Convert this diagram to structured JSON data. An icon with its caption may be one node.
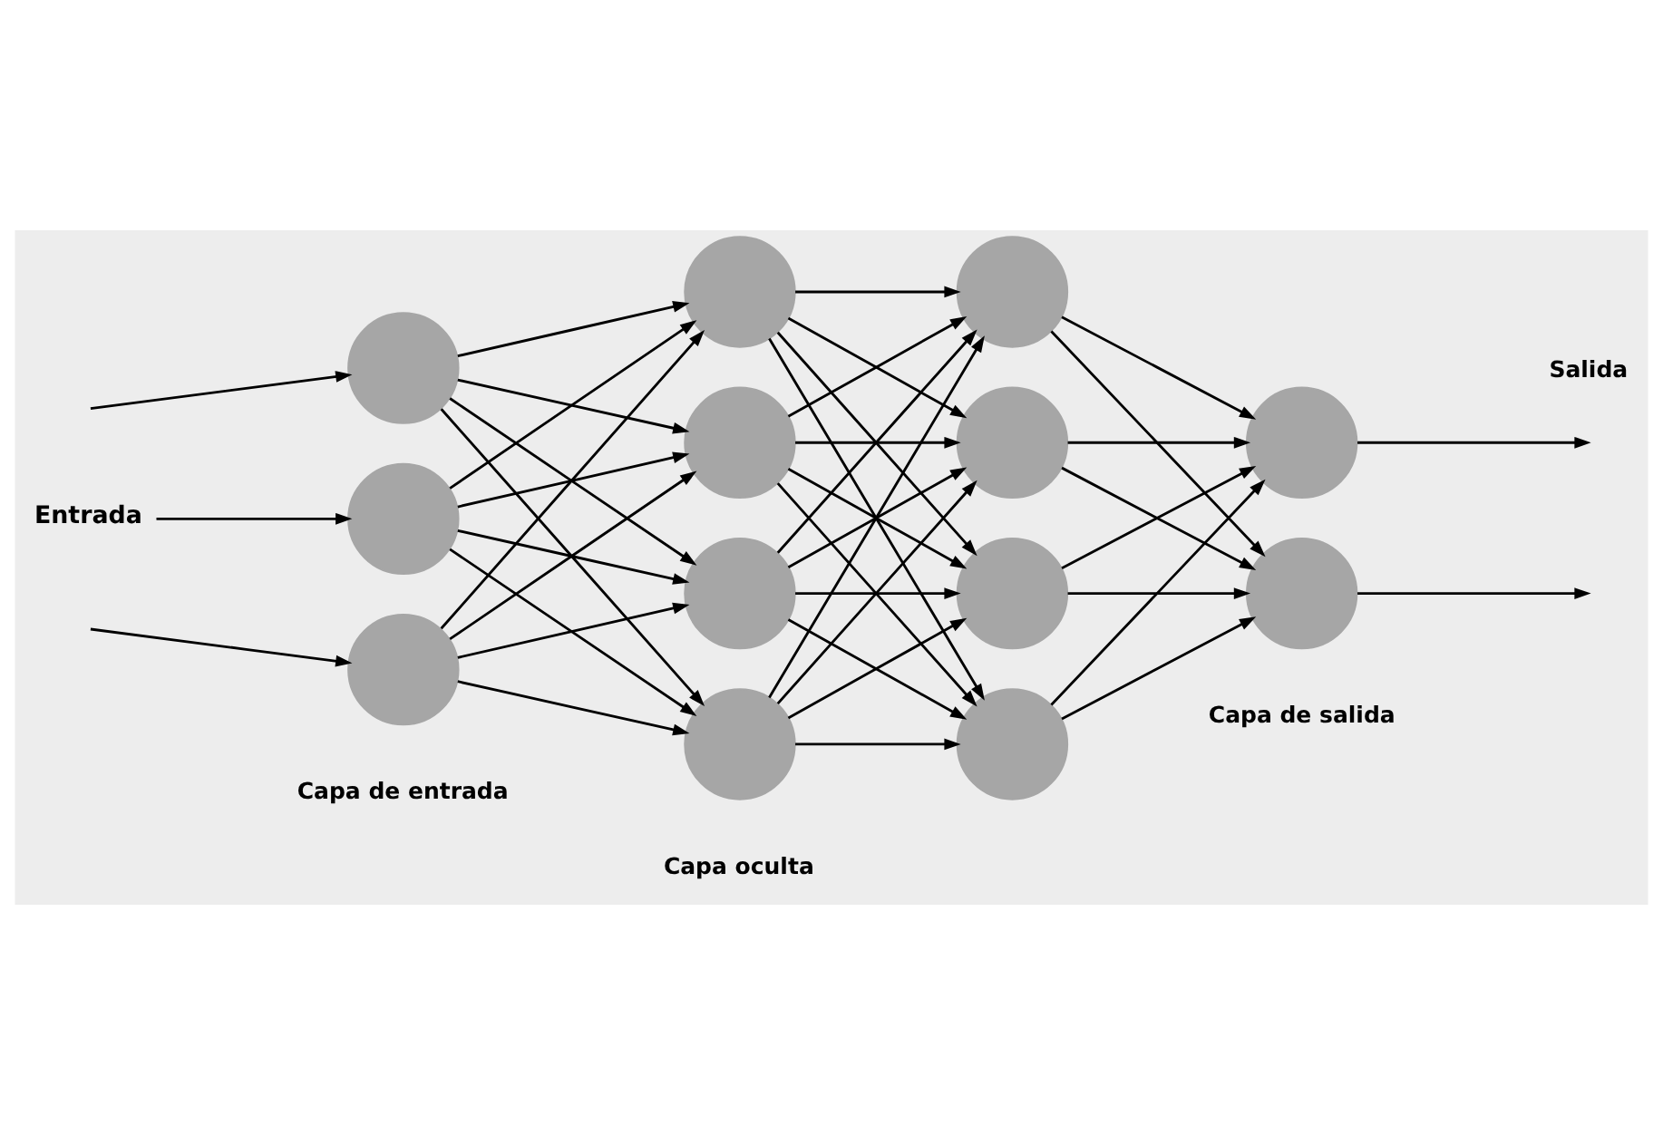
{
  "diagram": {
    "nodes": [
      {
        "text": [
          "Entrada"
        ]
      },
      {
        "text": [],
        "shape": "circle"
      },
      {
        "text": [],
        "shape": "circle"
      },
      {
        "text": [],
        "shape": "circle"
      },
      {
        "text": [],
        "shape": "circle"
      },
      {
        "text": [],
        "shape": "circle"
      },
      {
        "text": [],
        "shape": "circle"
      },
      {
        "text": [],
        "shape": "circle"
      },
      {
        "text": [],
        "shape": "circle"
      },
      {
        "text": [],
        "shape": "circle"
      },
      {
        "text": [],
        "shape": "circle"
      },
      {
        "text": [],
        "shape": "circle"
      },
      {
        "text": [],
        "shape": "circle"
      },
      {
        "text": [],
        "shape": "circle"
      }
    ],
    "edges": [
      {
        "from": null,
        "to": 1,
        "arrow": "to"
      },
      {
        "from": 0,
        "to": 2,
        "arrow": "to"
      },
      {
        "from": null,
        "to": 3,
        "arrow": "to"
      },
      {
        "from": 1,
        "to": 4,
        "arrow": "to"
      },
      {
        "from": 1,
        "to": 5,
        "arrow": "to"
      },
      {
        "from": 1,
        "to": 6,
        "arrow": "to"
      },
      {
        "from": 1,
        "to": 7,
        "arrow": "to"
      },
      {
        "from": 2,
        "to": 4,
        "arrow": "to"
      },
      {
        "from": 2,
        "to": 5,
        "arrow": "to"
      },
      {
        "from": 2,
        "to": 6,
        "arrow": "to"
      },
      {
        "from": 2,
        "to": 7,
        "arrow": "to"
      },
      {
        "from": 3,
        "to": 4,
        "arrow": "to"
      },
      {
        "from": 3,
        "to": 5,
        "arrow": "to"
      },
      {
        "from": 3,
        "to": 6,
        "arrow": "to"
      },
      {
        "from": 3,
        "to": 7,
        "arrow": "to"
      },
      {
        "from": 4,
        "to": 8,
        "arrow": "to"
      },
      {
        "from": 4,
        "to": 9,
        "arrow": "to"
      },
      {
        "from": 4,
        "to": 10,
        "arrow": "to"
      },
      {
        "from": 4,
        "to": 11,
        "arrow": "to"
      },
      {
        "from": 5,
        "to": 8,
        "arrow": "to"
      },
      {
        "from": 5,
        "to": 9,
        "arrow": "to"
      },
      {
        "from": 5,
        "to": 10,
        "arrow": "to"
      },
      {
        "from": 5,
        "to": 11,
        "arrow": "to"
      },
      {
        "from": 6,
        "to": 8,
        "arrow": "to"
      },
      {
        "from": 6,
        "to": 9,
        "arrow": "to"
      },
      {
        "from": 6,
        "to": 10,
        "arrow": "to"
      },
      {
        "from": 6,
        "to": 11,
        "arrow": "to"
      },
      {
        "from": 7,
        "to": 8,
        "arrow": "to"
      },
      {
        "from": 7,
        "to": 9,
        "arrow": "to"
      },
      {
        "from": 7,
        "to": 10,
        "arrow": "to"
      },
      {
        "from": 7,
        "to": 11,
        "arrow": "to"
      },
      {
        "from": 8,
        "to": 12,
        "arrow": "to"
      },
      {
        "from": 8,
        "to": 13,
        "arrow": "to"
      },
      {
        "from": 9,
        "to": 12,
        "arrow": "to"
      },
      {
        "from": 9,
        "to": 13,
        "arrow": "to"
      },
      {
        "from": 10,
        "to": 12,
        "arrow": "to"
      },
      {
        "from": 10,
        "to": 13,
        "arrow": "to"
      },
      {
        "from": 11,
        "to": 12,
        "arrow": "to"
      },
      {
        "from": 11,
        "to": 13,
        "arrow": "to"
      },
      {
        "from": 12,
        "to": null,
        "arrow": "to"
      },
      {
        "from": 13,
        "to": null,
        "arrow": "to"
      }
    ],
    "labels": [
      "Salida",
      "Capa de entrada",
      "Capa oculta",
      "Capa de salida"
    ]
  }
}
